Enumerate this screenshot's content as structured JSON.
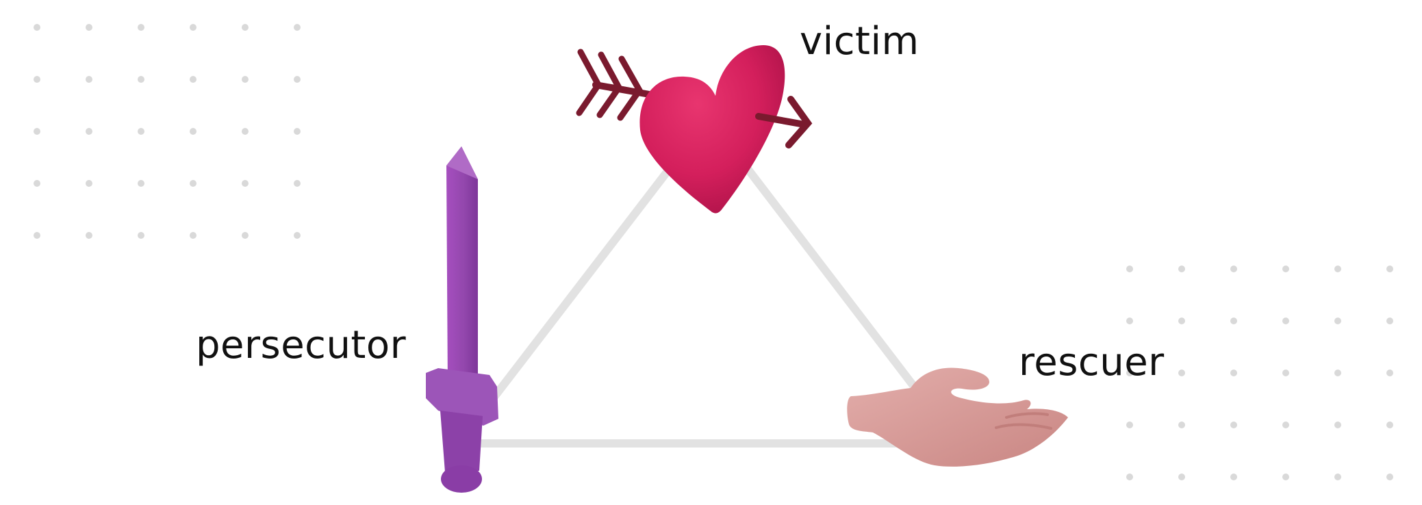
{
  "diagram": {
    "roles": {
      "victim": "victim",
      "persecutor": "persecutor",
      "rescuer": "rescuer"
    },
    "icons": {
      "victim": "heart-pierced-by-arrow-icon",
      "persecutor": "dagger-icon",
      "rescuer": "open-hand-icon"
    },
    "colors": {
      "triangle": "#e2e2e2",
      "dots": "#d9d9d9",
      "heart": "#d41f5c",
      "arrow": "#7a1a2e",
      "dagger": "#9347ad",
      "hand": "#d79c99",
      "text": "#111111"
    }
  }
}
